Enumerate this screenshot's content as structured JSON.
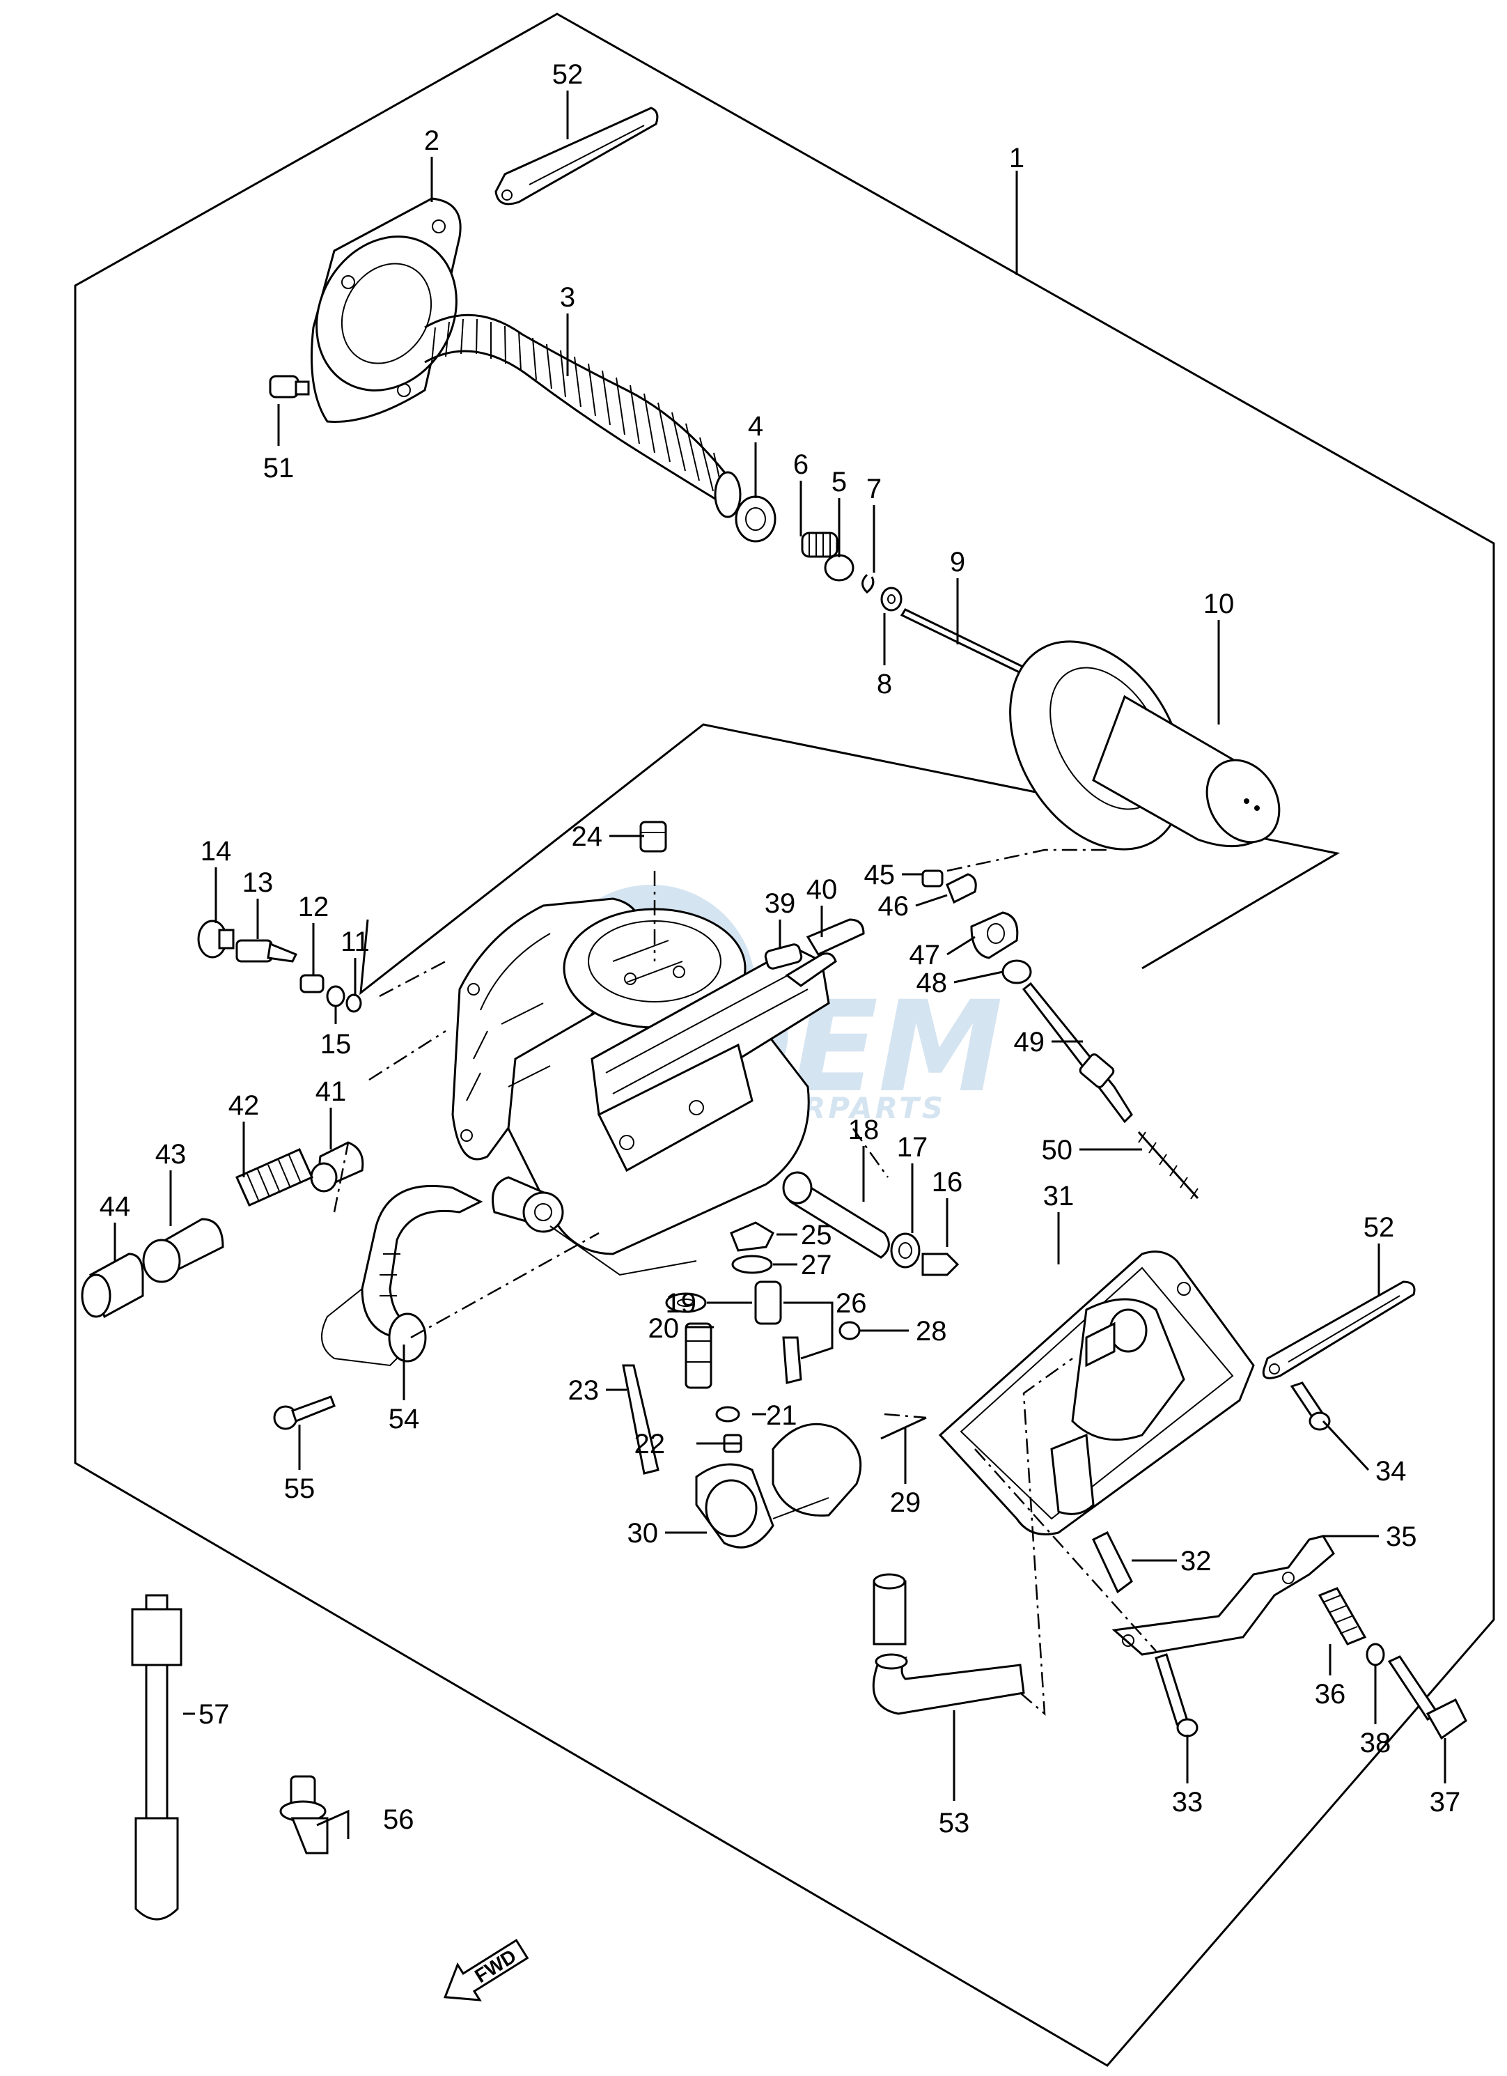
{
  "diagram": {
    "callouts": {
      "c1": "1",
      "c2": "2",
      "c3": "3",
      "c4": "4",
      "c5": "5",
      "c6": "6",
      "c7": "7",
      "c8": "8",
      "c9": "9",
      "c10": "10",
      "c11": "11",
      "c12": "12",
      "c13": "13",
      "c14": "14",
      "c15": "15",
      "c16": "16",
      "c17": "17",
      "c18": "18",
      "c19": "19",
      "c20": "20",
      "c21": "21",
      "c22": "22",
      "c23": "23",
      "c24": "24",
      "c25": "25",
      "c26": "26",
      "c27": "27",
      "c28": "28",
      "c29": "29",
      "c30": "30",
      "c31": "31",
      "c32": "32",
      "c33": "33",
      "c34": "34",
      "c35": "35",
      "c36": "36",
      "c37": "37",
      "c38": "38",
      "c39": "39",
      "c40": "40",
      "c41": "41",
      "c42": "42",
      "c43": "43",
      "c44": "44",
      "c45": "45",
      "c46": "46",
      "c47": "47",
      "c48": "48",
      "c49": "49",
      "c50": "50",
      "c51": "51",
      "c52a": "52",
      "c52b": "52",
      "c53": "53",
      "c54": "54",
      "c55": "55",
      "c56": "56",
      "c57": "57"
    },
    "direction_arrow": "FWD",
    "watermark": {
      "main": "OEM",
      "sub": "MOTORPARTS"
    }
  }
}
